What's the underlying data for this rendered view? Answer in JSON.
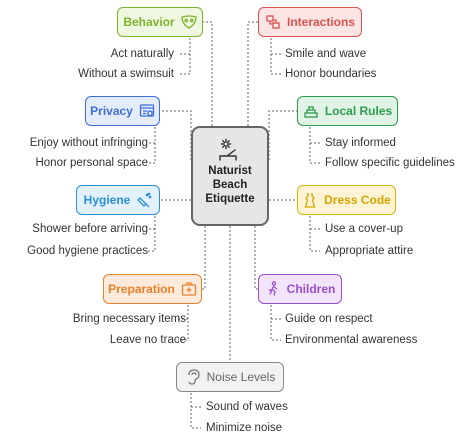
{
  "center": {
    "title": "Naturist Beach Etiquette",
    "icon": "sunbed-icon"
  },
  "categories": [
    {
      "id": "behavior",
      "label": "Behavior",
      "icon": "mask-icon",
      "color": "#7fb32d",
      "bg": "#eef7e0",
      "items": [
        "Act naturally",
        "Without a swimsuit"
      ]
    },
    {
      "id": "interactions",
      "label": "Interactions",
      "icon": "people-icon",
      "color": "#d9534f",
      "bg": "#fbe4e4",
      "items": [
        "Smile and wave",
        "Honor boundaries"
      ]
    },
    {
      "id": "privacy",
      "label": "Privacy",
      "icon": "privacy-icon",
      "color": "#3b6fd6",
      "bg": "#e4ecfb",
      "items": [
        "Enjoy without infringing",
        "Honor personal space"
      ]
    },
    {
      "id": "local-rules",
      "label": "Local Rules",
      "icon": "rules-icon",
      "color": "#2e9d4f",
      "bg": "#e0f3e6",
      "items": [
        "Stay informed",
        "Follow specific guidelines"
      ]
    },
    {
      "id": "hygiene",
      "label": "Hygiene",
      "icon": "spray-icon",
      "color": "#2a8fd6",
      "bg": "#e2f1fb",
      "items": [
        "Shower before arriving",
        "Good hygiene practices"
      ]
    },
    {
      "id": "dress-code",
      "label": "Dress Code",
      "icon": "dress-icon",
      "color": "#e0b300",
      "bg": "#fdf4d6",
      "items": [
        "Use a cover-up",
        "Appropriate attire"
      ]
    },
    {
      "id": "preparation",
      "label": "Preparation",
      "icon": "first-aid-icon",
      "color": "#e8812b",
      "bg": "#fdeadb",
      "items": [
        "Bring necessary items",
        "Leave no trace"
      ]
    },
    {
      "id": "children",
      "label": "Children",
      "icon": "child-icon",
      "color": "#9b4fd1",
      "bg": "#f1e4fb",
      "items": [
        "Guide on respect",
        "Environmental awareness"
      ]
    },
    {
      "id": "noise-levels",
      "label": "Noise Levels",
      "icon": "ear-icon",
      "color": "#888888",
      "bg": "#f2f2f2",
      "items": [
        "Sound of waves",
        "Minimize noise"
      ]
    }
  ]
}
